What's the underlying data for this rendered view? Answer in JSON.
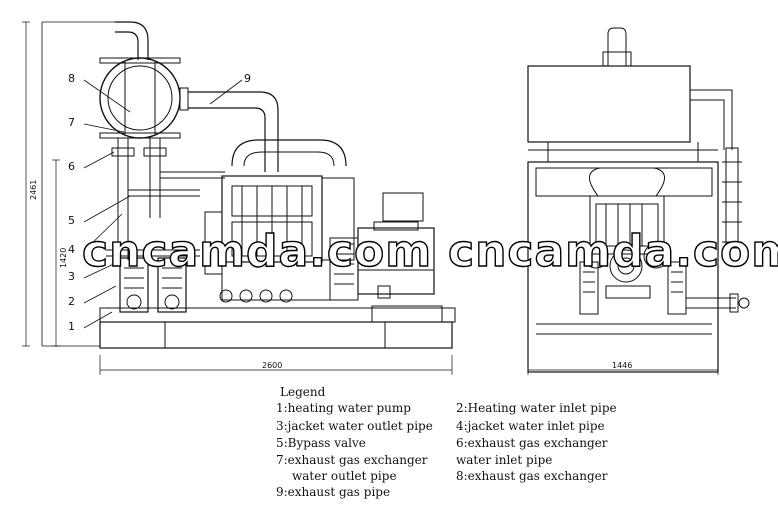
{
  "header": {
    "title": ""
  },
  "callouts": [
    "1",
    "2",
    "3",
    "4",
    "5",
    "6",
    "7",
    "8",
    "9"
  ],
  "dimensions": {
    "height_total": "2461",
    "height_body": "1420",
    "width_front": "2600",
    "width_side": "1446"
  },
  "watermark": "cncamda.com",
  "legend": {
    "title": "Legend",
    "items": [
      "1:heating water pump",
      "2:Heating water inlet pipe",
      "3:jacket water outlet pipe",
      "4:jacket water inlet pipe",
      "5:Bypass valve",
      "6:exhaust gas exchanger",
      "7:exhaust gas exchanger",
      "water inlet pipe",
      "water outlet pipe",
      "8:exhaust gas exchanger",
      "9:exhaust gas pipe"
    ]
  }
}
